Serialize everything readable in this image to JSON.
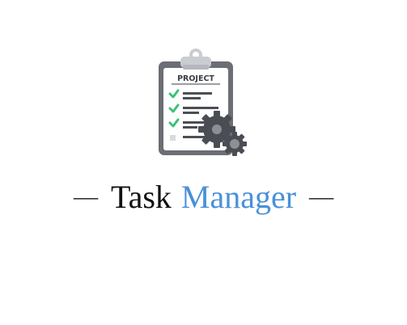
{
  "logo": {
    "clipboard_label": "PROJECT",
    "icon_name": "task-manager-logo-icon",
    "colors": {
      "clipboard_frame": "#6b6e74",
      "paper": "#ffffff",
      "clip": "#c9ccd1",
      "check": "#3cc27a",
      "line": "#4b4e55",
      "gear": "#4a4d53",
      "gear_light": "#8b8f96"
    }
  },
  "title": {
    "dash_left": "—",
    "word_1": "Task",
    "word_2": "Manager",
    "dash_right": "—",
    "colors": {
      "word_1": "#111111",
      "word_2": "#4a90d9"
    }
  }
}
